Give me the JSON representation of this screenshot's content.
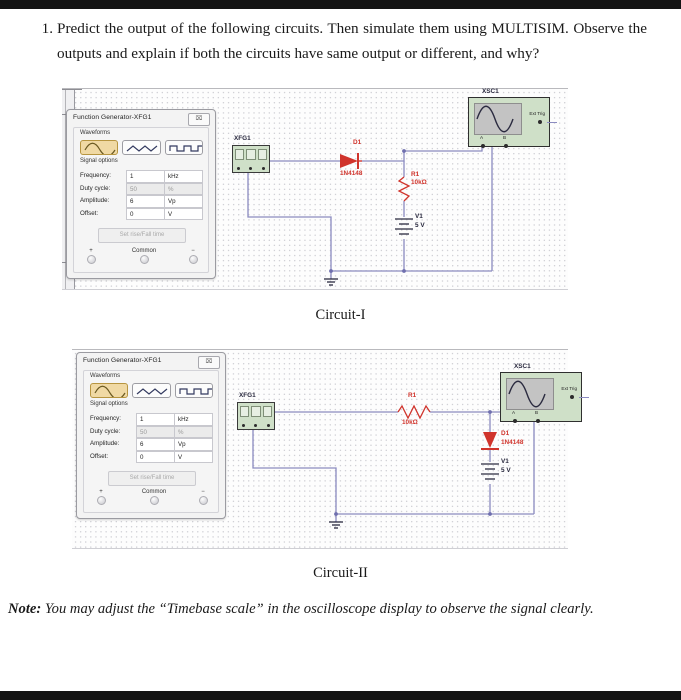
{
  "page": {
    "question_number": "1.",
    "question_text": "Predict the output of the following circuits. Then simulate them using MULTISIM. Observe the outputs and explain if both the circuits have same output or different, and why?",
    "caption_1": "Circuit-I",
    "caption_2": "Circuit-II",
    "note_label": "Note:",
    "note_text": " You may adjust the “Timebase scale” in the oscilloscope display to observe the signal clearly."
  },
  "function_generator": {
    "title": "Function Generator-XFG1",
    "close_label": "⌧",
    "waveforms_label": "Waveforms",
    "signal_options_label": "Signal options",
    "waveform_buttons": [
      {
        "name": "sine",
        "selected": true
      },
      {
        "name": "triangle",
        "selected": false
      },
      {
        "name": "square",
        "selected": false
      }
    ],
    "fields": [
      {
        "label": "Frequency:",
        "value": "1",
        "unit": "kHz",
        "disabled": false
      },
      {
        "label": "Duty cycle:",
        "value": "50",
        "unit": "%",
        "disabled": true
      },
      {
        "label": "Amplitude:",
        "value": "6",
        "unit": "Vp",
        "disabled": false
      },
      {
        "label": "Offset:",
        "value": "0",
        "unit": "V",
        "disabled": false
      }
    ],
    "rise_fall_button": "Set rise/Fall time",
    "terminals": {
      "positive": "+",
      "common": "Common",
      "negative": "−"
    }
  },
  "circuit_1": {
    "source_ref": "XFG1",
    "diode_ref": "D1",
    "diode_part": "1N4148",
    "resistor_ref": "R1",
    "resistor_value": "10kΩ",
    "source_ref_v": "V1",
    "source_value": "5 V",
    "scope_ref": "XSC1",
    "scope_pin_a": "A",
    "scope_pin_b": "B",
    "scope_ext_trig": "Ext Trig"
  },
  "circuit_2": {
    "source_ref": "XFG1",
    "diode_ref": "D1",
    "diode_part": "1N4148",
    "resistor_ref": "R1",
    "resistor_value": "10kΩ",
    "source_ref_v": "V1",
    "source_value": "5 V",
    "scope_ref": "XSC1",
    "scope_pin_a": "A",
    "scope_pin_b": "B",
    "scope_ext_trig": "Ext Trig"
  },
  "colors": {
    "wire": "#8b8bc0",
    "component_red": "#d0342c",
    "label_dark": "#2b2b40",
    "scope_body": "#cfe0c8",
    "selected_button": "#f0d9a4"
  }
}
